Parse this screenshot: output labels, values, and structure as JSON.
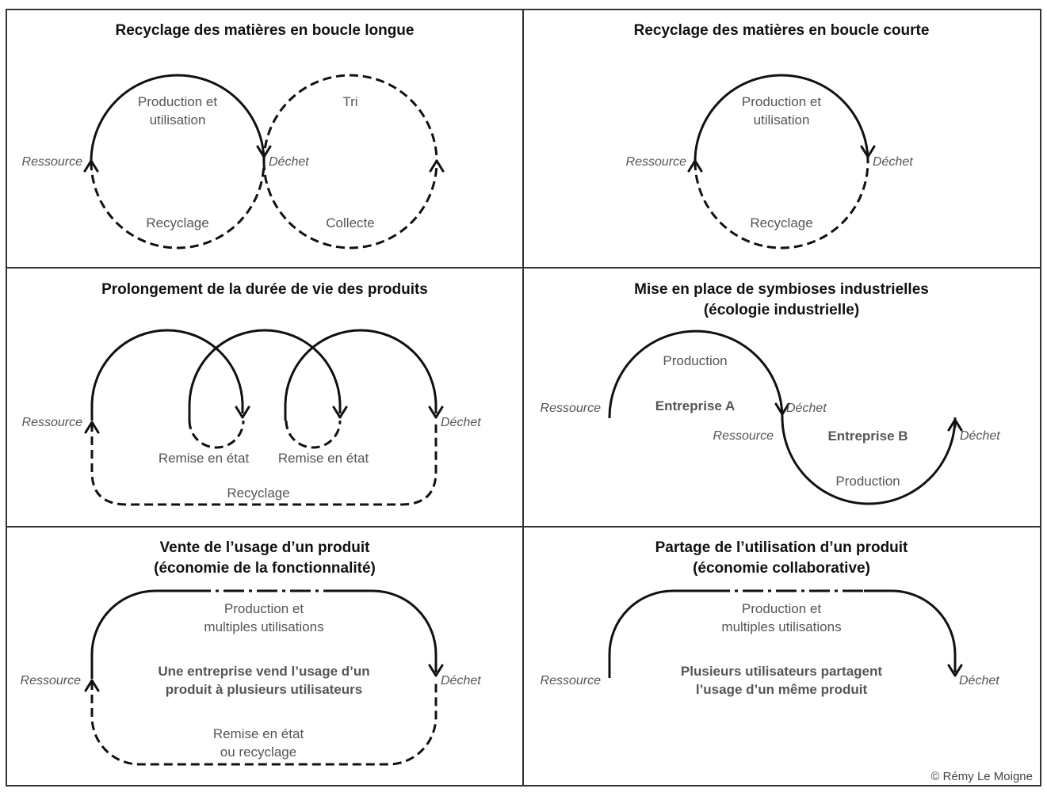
{
  "panels": [
    {
      "title": "Recyclage des matières en boucle longue",
      "labels": {
        "production": [
          "Production et",
          "utilisation"
        ],
        "tri": "Tri",
        "recyclage": "Recyclage",
        "collecte": "Collecte",
        "ressource": "Ressource",
        "dechet": "Déchet"
      }
    },
    {
      "title": "Recyclage des matières en boucle courte",
      "labels": {
        "production": [
          "Production et",
          "utilisation"
        ],
        "recyclage": "Recyclage",
        "ressource": "Ressource",
        "dechet": "Déchet"
      }
    },
    {
      "title": "Prolongement de la durée de vie des produits",
      "labels": {
        "ressource": "Ressource",
        "dechet": "Déchet",
        "remise1": "Remise en état",
        "remise2": "Remise en état",
        "recyclage": "Recyclage"
      }
    },
    {
      "title": [
        "Mise en place de symbioses industrielles",
        "(écologie industrielle)"
      ],
      "labels": {
        "production_a": "Production",
        "entreprise_a": "Entreprise A",
        "ressource_a": "Ressource",
        "dechet_a": "Déchet",
        "ressource_b": "Ressource",
        "entreprise_b": "Entreprise B",
        "dechet_b": "Déchet",
        "production_b": "Production"
      }
    },
    {
      "title": [
        "Vente de l’usage d’un produit",
        "(économie de la fonctionnalité)"
      ],
      "labels": {
        "production": [
          "Production et",
          "multiples utilisations"
        ],
        "description": [
          "Une entreprise vend l’usage d’un",
          "produit à plusieurs utilisateurs"
        ],
        "remise": [
          "Remise en état",
          "ou recyclage"
        ],
        "ressource": "Ressource",
        "dechet": "Déchet"
      }
    },
    {
      "title": [
        "Partage de l’utilisation d’un produit",
        "(économie collaborative)"
      ],
      "labels": {
        "production": [
          "Production et",
          "multiples utilisations"
        ],
        "description": [
          "Plusieurs utilisateurs partagent",
          "l’usage d’un même produit"
        ],
        "ressource": "Ressource",
        "dechet": "Déchet"
      }
    }
  ],
  "copyright": "© Rémy Le Moigne"
}
